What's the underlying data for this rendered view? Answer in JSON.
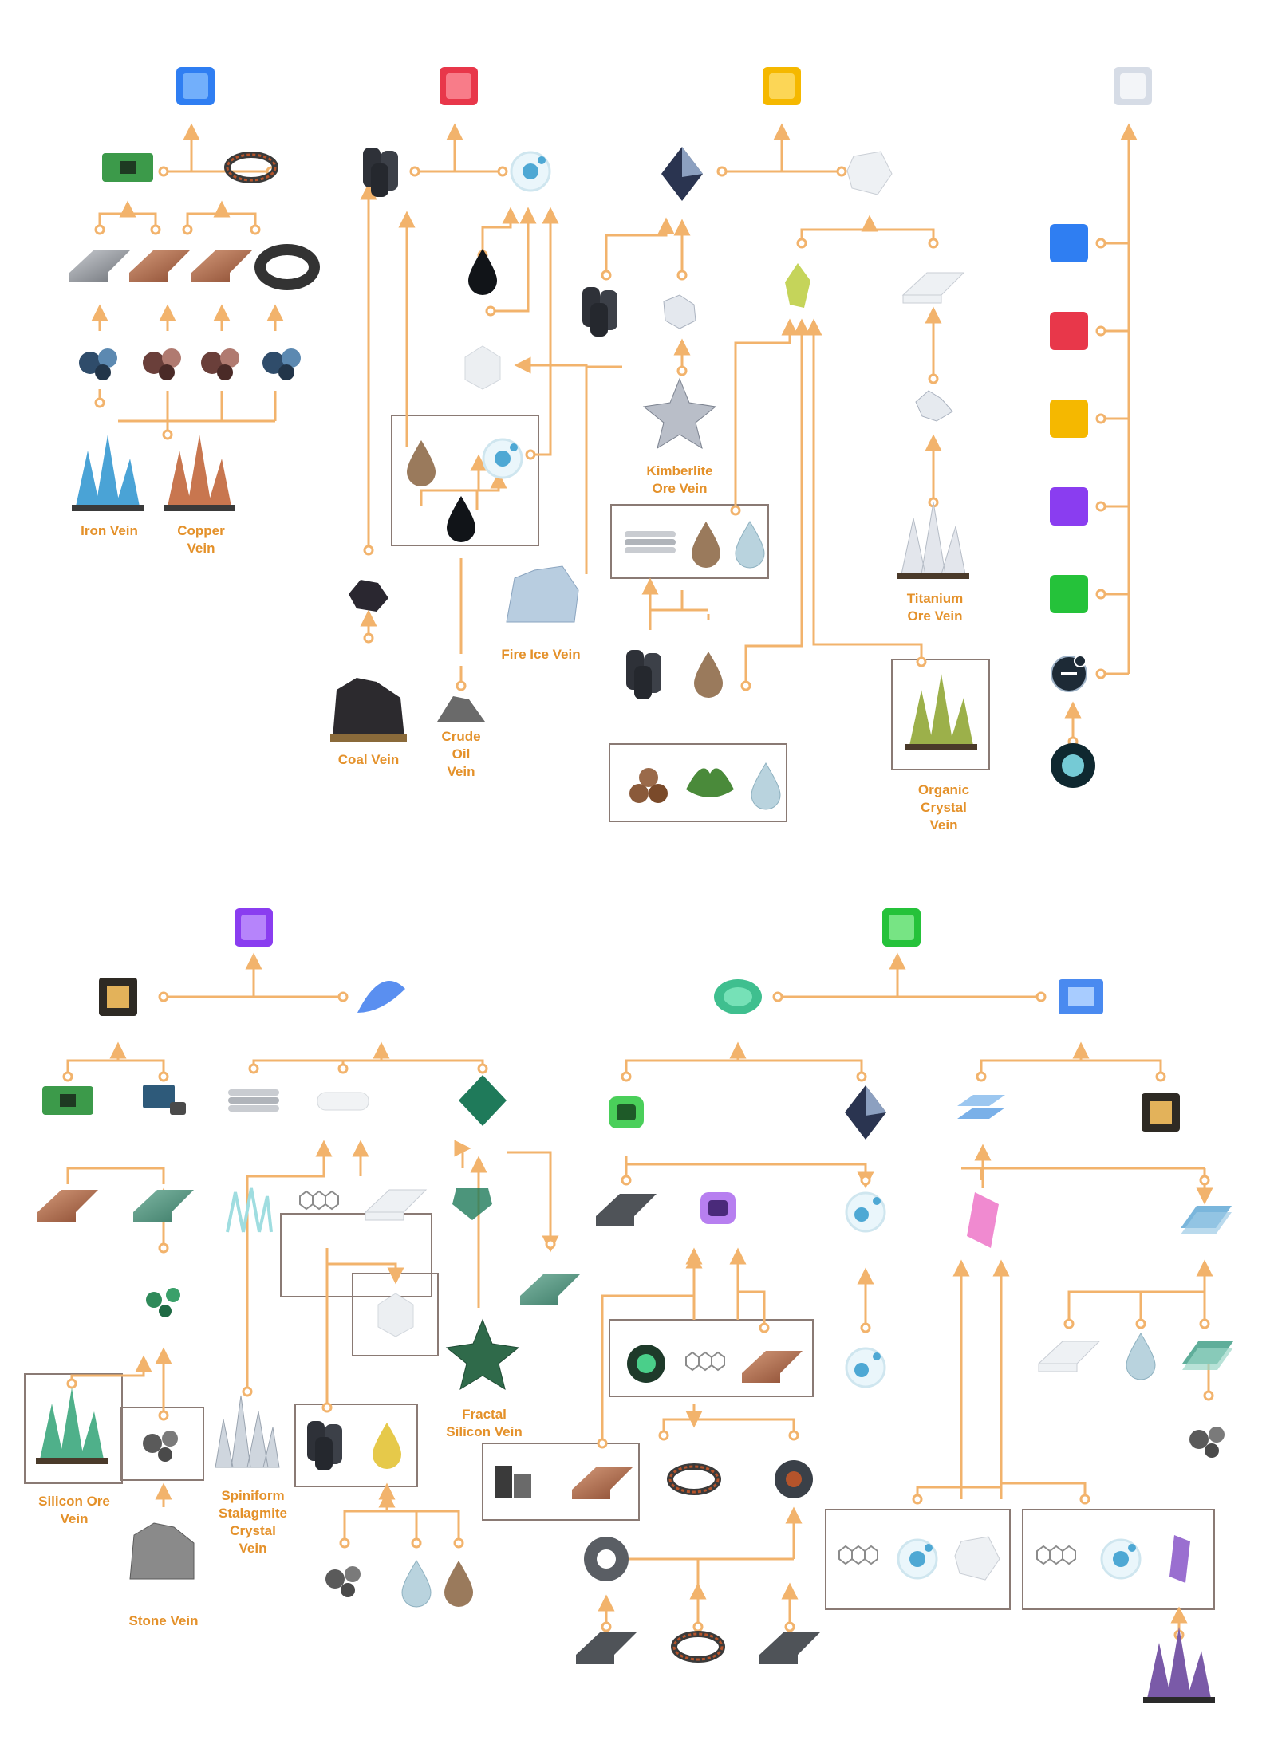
{
  "colors": {
    "connector": "#f2b36c",
    "label": "#e4912a",
    "frame": "#8a7a74",
    "cube_blue": "#2f7ef2",
    "cube_red": "#e8374a",
    "cube_yellow": "#f5b800",
    "cube_white": "#d6dce6",
    "cube_purple": "#8a3df0",
    "cube_green": "#25c23a"
  },
  "labels": {
    "iron_vein": "Iron Vein",
    "copper_vein": "Copper\nVein",
    "coal_vein": "Coal Vein",
    "crude_oil_vein": "Crude\nOil\nVein",
    "fire_ice_vein": "Fire Ice Vein",
    "kimberlite_ore_vein": "Kimberlite\nOre Vein",
    "titanium_ore_vein": "Titanium\nOre Vein",
    "organic_crystal_vein": "Organic\nCrystal\nVein",
    "silicon_ore_vein": "Silicon Ore\nVein",
    "stone_vein": "Stone Vein",
    "spiniform_stalagmite_crystal_vein": "Spiniform\nStalagmite\nCrystal\nVein",
    "fractal_silicon_vein": "Fractal\nSilicon Vein"
  },
  "icons": {
    "cube_matrices": [
      "electromagnetic-matrix-icon",
      "energy-matrix-icon",
      "structure-matrix-icon",
      "universe-matrix-icon",
      "information-matrix-icon",
      "gravity-matrix-icon"
    ],
    "materials": [
      "circuit-board-icon",
      "magnetic-coil-icon",
      "iron-ingot-icon",
      "copper-ingot-icon",
      "magnet-icon",
      "iron-ore-icon",
      "copper-ore-icon",
      "graphite-icon",
      "hydrogen-icon",
      "crude-oil-icon",
      "refined-oil-icon",
      "fire-ice-icon",
      "coal-icon",
      "diamond-icon",
      "titanium-crystal-icon",
      "kimberlite-ore-icon",
      "organic-crystal-icon",
      "titanium-glass-icon",
      "titanium-ore-icon",
      "carbon-nanotube-icon",
      "log-icon",
      "plant-fuel-icon",
      "water-icon",
      "antimatter-icon",
      "critical-photon-icon",
      "processor-icon",
      "particle-broadband-icon",
      "silicon-ore-icon",
      "high-purity-silicon-icon",
      "glass-icon",
      "stone-icon",
      "crystal-silicon-icon",
      "graphene-icon",
      "spiniform-stalagmite-icon",
      "fractal-silicon-icon",
      "sulfuric-acid-icon",
      "particle-container-icon",
      "strange-matter-icon",
      "graviton-lens-icon",
      "quantum-chip-icon",
      "plane-filter-icon",
      "photon-combiner-icon",
      "casimir-crystal-icon",
      "deuterium-icon",
      "super-magnetic-ring-icon",
      "electric-motor-icon",
      "gear-icon",
      "steel-icon",
      "prism-icon",
      "unipolar-magnet-icon"
    ]
  }
}
